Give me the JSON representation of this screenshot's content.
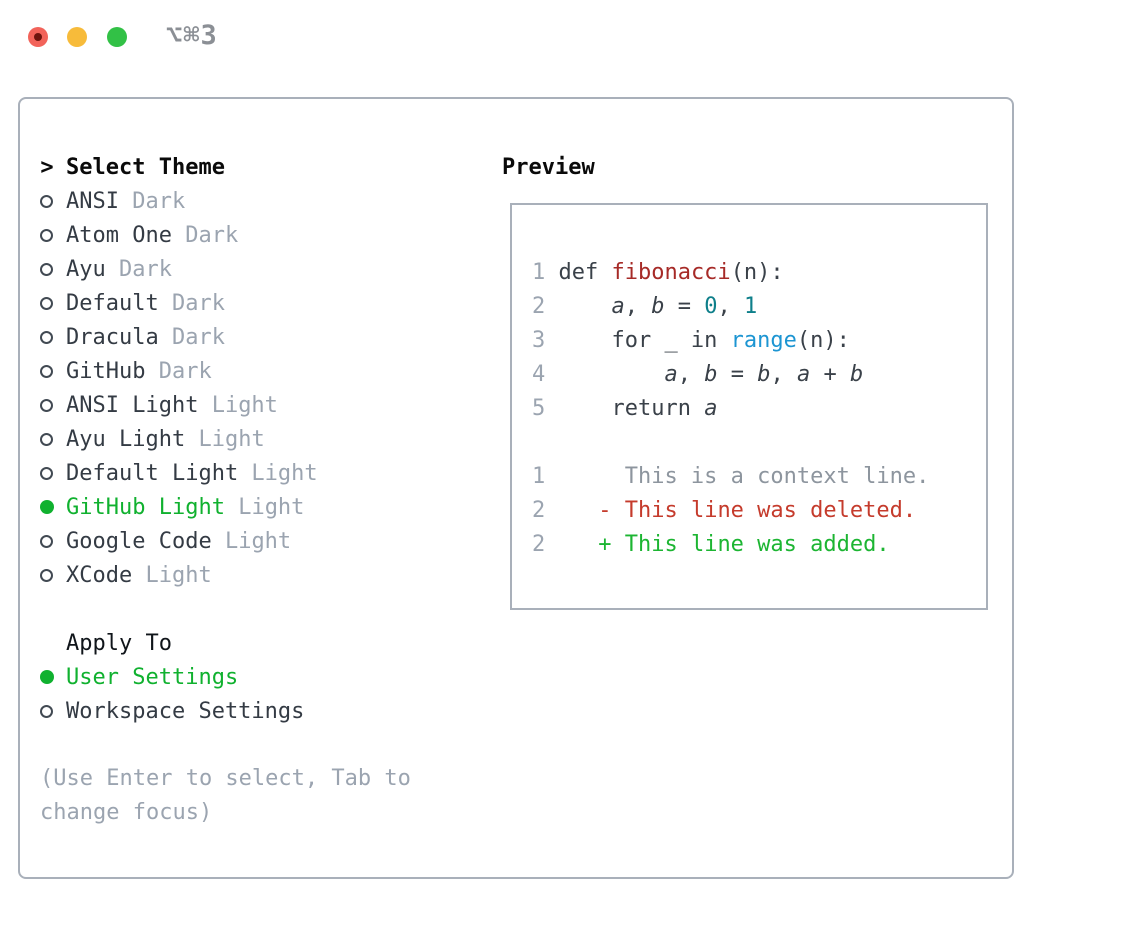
{
  "window": {
    "title": "⌥⌘3"
  },
  "colors": {
    "accent_green": "#10b12f",
    "added_green": "#1cb532",
    "deleted_red": "#c53b2c",
    "function_red": "#a62a27",
    "number_teal": "#0e7f8a",
    "builtin_blue": "#1d95d2",
    "text_dark": "#343b44",
    "code_dark": "#3a4149",
    "muted_gray": "#9ba4b0",
    "context_gray": "#8d959e",
    "panel_border": "#a9b0ba",
    "title_gray": "#8b8f95",
    "traffic_red": "#f2635a",
    "traffic_red_dot": "#6d140e",
    "traffic_yellow": "#f7bb3a",
    "traffic_green": "#32c146"
  },
  "theme_panel": {
    "heading_prefix": ">",
    "heading": "Select Theme",
    "themes": [
      {
        "name": "ANSI",
        "variant": "Dark",
        "selected": false
      },
      {
        "name": "Atom One",
        "variant": "Dark",
        "selected": false
      },
      {
        "name": "Ayu",
        "variant": "Dark",
        "selected": false
      },
      {
        "name": "Default",
        "variant": "Dark",
        "selected": false
      },
      {
        "name": "Dracula",
        "variant": "Dark",
        "selected": false
      },
      {
        "name": "GitHub",
        "variant": "Dark",
        "selected": false
      },
      {
        "name": "ANSI Light",
        "variant": "Light",
        "selected": false
      },
      {
        "name": "Ayu Light",
        "variant": "Light",
        "selected": false
      },
      {
        "name": "Default Light",
        "variant": "Light",
        "selected": false
      },
      {
        "name": "GitHub Light",
        "variant": "Light",
        "selected": true
      },
      {
        "name": "Google Code",
        "variant": "Light",
        "selected": false
      },
      {
        "name": "XCode",
        "variant": "Light",
        "selected": false
      }
    ],
    "apply_to": {
      "heading": "Apply To",
      "options": [
        {
          "label": "User Settings",
          "selected": true
        },
        {
          "label": "Workspace Settings",
          "selected": false
        }
      ]
    },
    "hint_lines": [
      "(Use Enter to select, Tab to",
      "change focus)"
    ]
  },
  "preview": {
    "heading": "Preview",
    "lines": [
      {
        "num": "1",
        "tokens": [
          {
            "t": "def ",
            "c": "code"
          },
          {
            "t": "fibonacci",
            "c": "func"
          },
          {
            "t": "(n):",
            "c": "code"
          }
        ]
      },
      {
        "num": "2",
        "tokens": [
          {
            "t": "    ",
            "c": "code"
          },
          {
            "t": "a",
            "c": "var"
          },
          {
            "t": ", ",
            "c": "code"
          },
          {
            "t": "b",
            "c": "var"
          },
          {
            "t": " = ",
            "c": "code"
          },
          {
            "t": "0",
            "c": "num"
          },
          {
            "t": ", ",
            "c": "code"
          },
          {
            "t": "1",
            "c": "num"
          }
        ]
      },
      {
        "num": "3",
        "tokens": [
          {
            "t": "    for _ in ",
            "c": "code"
          },
          {
            "t": "range",
            "c": "builtin"
          },
          {
            "t": "(n):",
            "c": "code"
          }
        ]
      },
      {
        "num": "4",
        "tokens": [
          {
            "t": "        ",
            "c": "code"
          },
          {
            "t": "a",
            "c": "var"
          },
          {
            "t": ", ",
            "c": "code"
          },
          {
            "t": "b",
            "c": "var"
          },
          {
            "t": " = ",
            "c": "code"
          },
          {
            "t": "b",
            "c": "var"
          },
          {
            "t": ", ",
            "c": "code"
          },
          {
            "t": "a",
            "c": "var"
          },
          {
            "t": " + ",
            "c": "code"
          },
          {
            "t": "b",
            "c": "var"
          }
        ]
      },
      {
        "num": "5",
        "tokens": [
          {
            "t": "    return ",
            "c": "code"
          },
          {
            "t": "a",
            "c": "var"
          }
        ]
      },
      {
        "num": "",
        "tokens": []
      },
      {
        "num": "1",
        "tokens": [
          {
            "t": "     This is a context line.",
            "c": "context"
          }
        ]
      },
      {
        "num": "2",
        "tokens": [
          {
            "t": "   ",
            "c": "code"
          },
          {
            "t": "- This line was deleted.",
            "c": "deleted"
          }
        ]
      },
      {
        "num": "2",
        "tokens": [
          {
            "t": "   ",
            "c": "code"
          },
          {
            "t": "+ This line was added.",
            "c": "added"
          }
        ]
      }
    ]
  }
}
